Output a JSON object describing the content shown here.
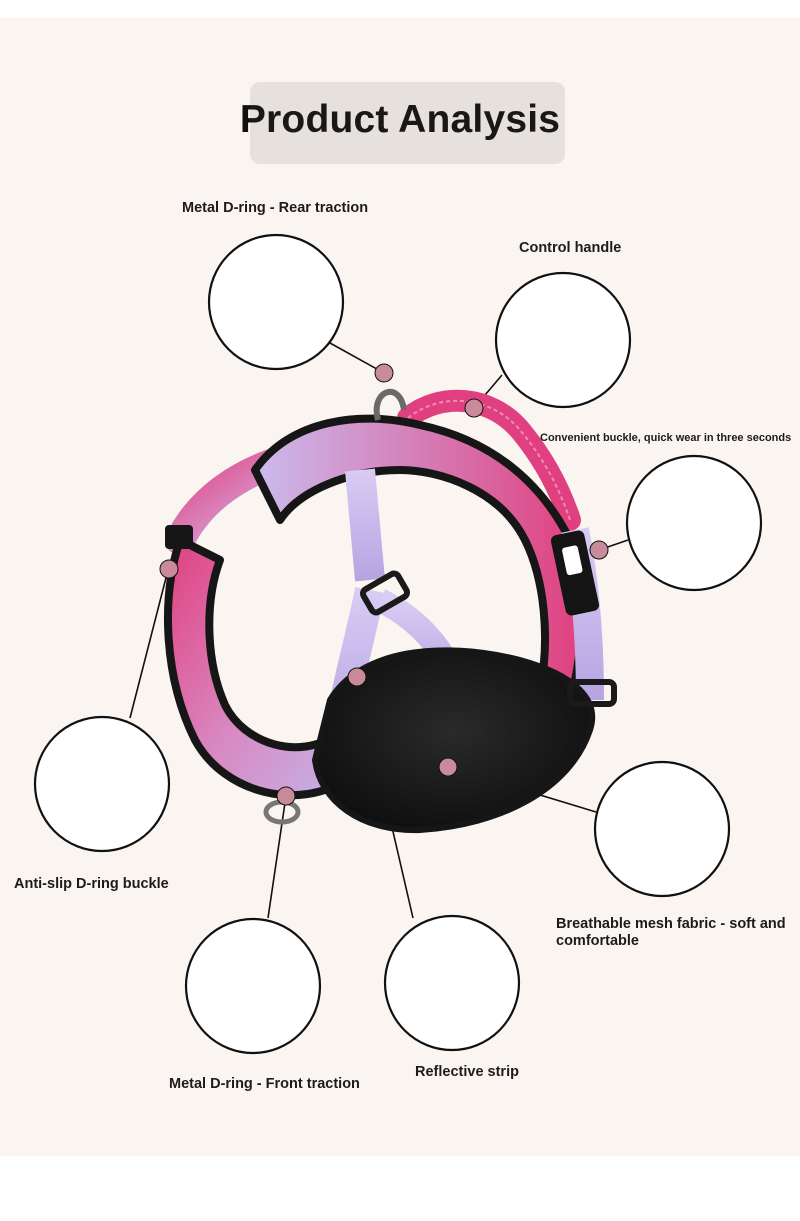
{
  "page": {
    "title": "Product Analysis"
  },
  "callouts": {
    "rear_dring": "Metal D-ring - Rear traction",
    "control_handle": "Control handle",
    "buckle": "Convenient buckle, quick wear in three seconds",
    "anti_slip": "Anti-slip D-ring buckle",
    "mesh": "Breathable mesh fabric - soft and comfortable",
    "front_dring": "Metal D-ring - Front traction",
    "reflective": "Reflective strip"
  },
  "colors": {
    "background": "#fbf5f1",
    "pink": "#e0407f",
    "lavender": "#c3b3e8",
    "dot": "#c98a9a",
    "black": "#161616"
  },
  "icons": {
    "harness": "dog-harness-illustration",
    "dots": "callout-dot-icon"
  }
}
